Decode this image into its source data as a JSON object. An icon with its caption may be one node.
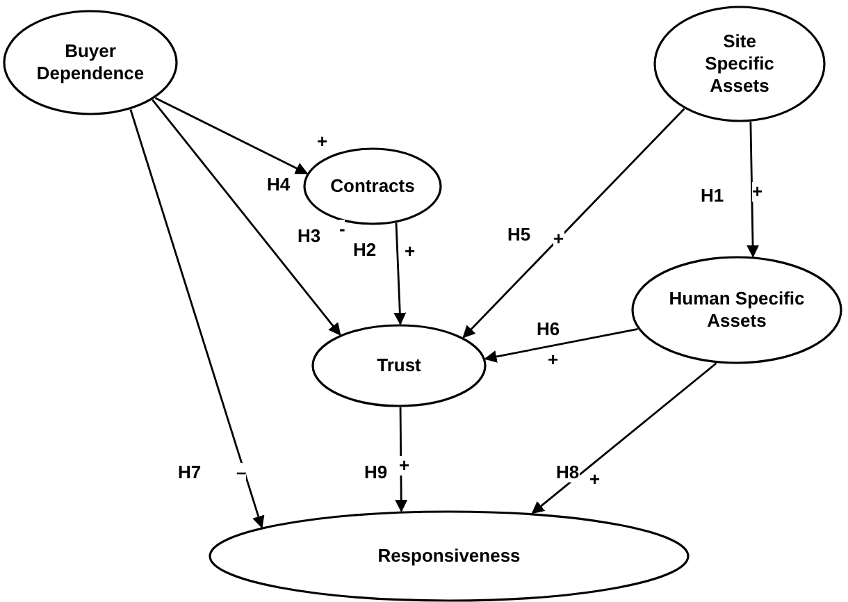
{
  "diagram": {
    "nodes": [
      {
        "text": [
          "Buyer Dependence"
        ]
      },
      {
        "text": [
          "Site Specific Assets"
        ]
      },
      {
        "text": [
          "Contracts"
        ]
      },
      {
        "text": [
          "Human Specific Assets"
        ]
      },
      {
        "text": [
          "Trust"
        ]
      },
      {
        "text": [
          "Responsiveness"
        ]
      }
    ],
    "edges": [
      {
        "from": 0,
        "to": 2,
        "arrow": "to",
        "label": "H4"
      },
      {
        "from": 1,
        "to": 3,
        "arrow": "to",
        "label": "H1"
      },
      {
        "from": 0,
        "to": 4,
        "arrow": "to",
        "label": "H3"
      },
      {
        "from": 2,
        "to": 4,
        "arrow": "to",
        "label": "H2"
      },
      {
        "from": 1,
        "to": 4,
        "arrow": "to",
        "label": "H5"
      },
      {
        "from": 3,
        "to": 4,
        "arrow": "to",
        "label": "H6"
      },
      {
        "from": 0,
        "to": 5,
        "arrow": "to",
        "label": "H7"
      },
      {
        "from": 4,
        "to": 5,
        "arrow": "to",
        "label": "H9"
      },
      {
        "from": 3,
        "to": 5,
        "arrow": "to",
        "label": "H8"
      }
    ],
    "labels": [
      "+",
      "+",
      "-",
      "+",
      "+",
      "+",
      "–",
      "+",
      "+"
    ]
  }
}
